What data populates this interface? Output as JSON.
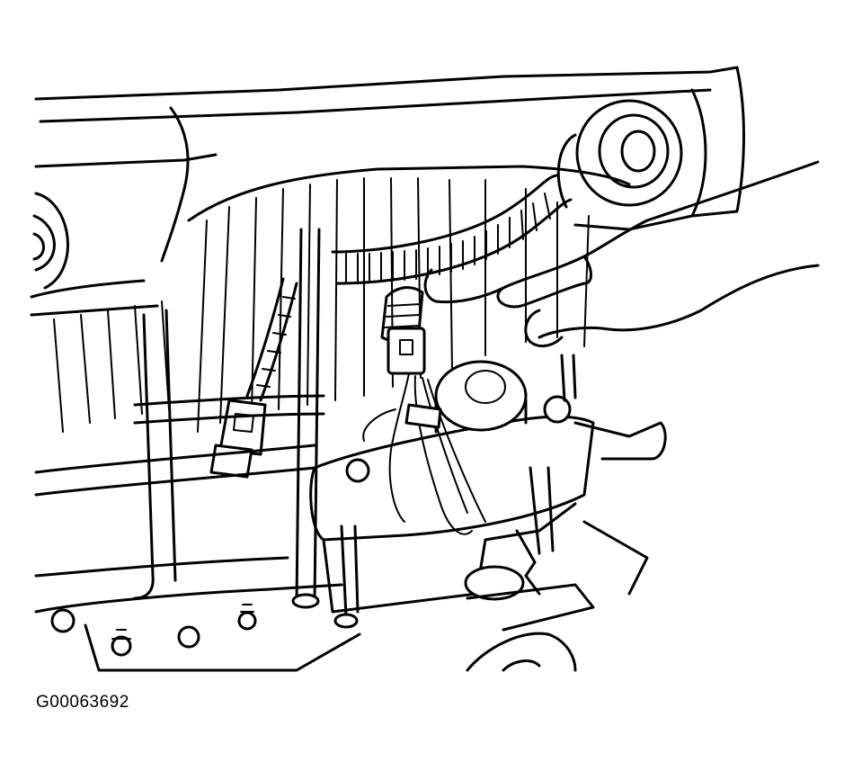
{
  "figure": {
    "id_label": "G00063692",
    "parts": [
      "upper-crossmember",
      "grommet",
      "wiring-harness-conduit",
      "electrical-connector",
      "master-cylinder-reservoir",
      "reservoir-cap",
      "sensor-connector",
      "mounting-bolt",
      "hand",
      "brake-lines",
      "mounting-plate",
      "wheel-hub"
    ]
  }
}
